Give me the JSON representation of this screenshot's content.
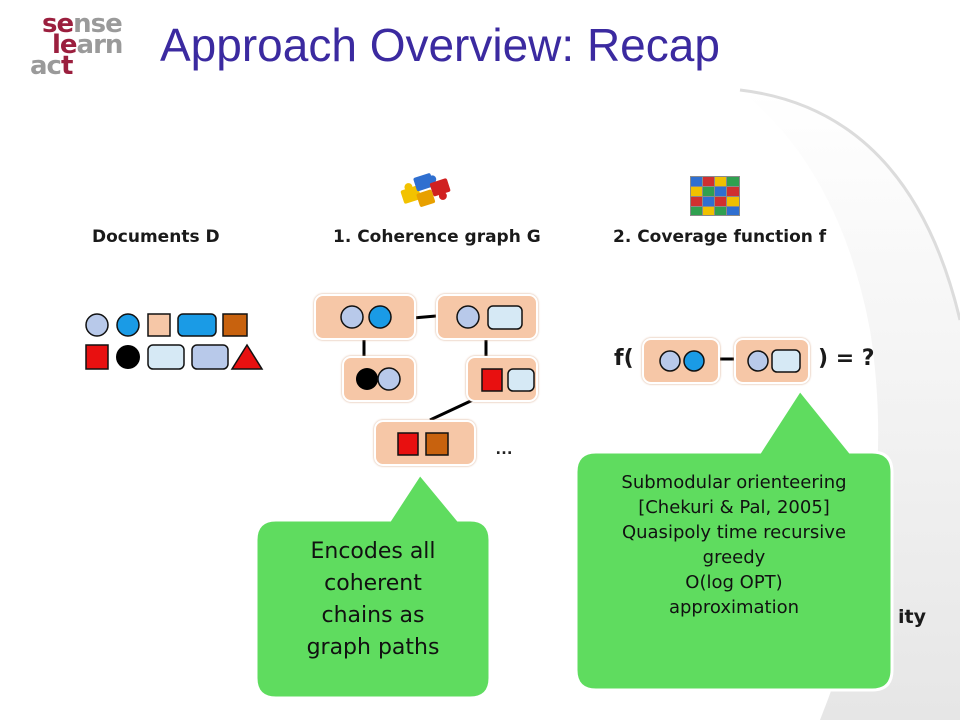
{
  "logo": {
    "line1": [
      "se",
      "nse"
    ],
    "line2": [
      "le",
      "arn"
    ],
    "line3": [
      "ac",
      "t"
    ]
  },
  "title": "Approach Overview: Recap",
  "columns": [
    {
      "label": "Documents D"
    },
    {
      "label": "1. Coherence graph G"
    },
    {
      "label": "2. Coverage function f"
    }
  ],
  "ellipsis": "…",
  "formula": {
    "prefix": "f(",
    "suffix": ") = ?"
  },
  "callout_left": {
    "lines": [
      "Encodes all",
      "coherent",
      "chains as",
      "graph paths"
    ]
  },
  "callout_right": {
    "lines": [
      "Submodular orienteering",
      "[Chekuri & Pal, 2005]",
      "Quasipoly time recursive",
      "greedy",
      "O(log OPT)",
      "approximation"
    ]
  },
  "partial_text": "ity",
  "icons": {
    "left": "puzzle-pieces-icon",
    "right": "puzzle-grid-icon"
  },
  "colors": {
    "title": "#3b2aa0",
    "node_fill": "#f6c7a7",
    "callout_fill": "#5fdc5f",
    "light_blue": "#b8c9ea",
    "bright_blue": "#1a9be6",
    "red": "#e81010",
    "orange_brown": "#c8620e",
    "peach": "#f6c7a7",
    "pale_cyan": "#d6e9f5"
  }
}
